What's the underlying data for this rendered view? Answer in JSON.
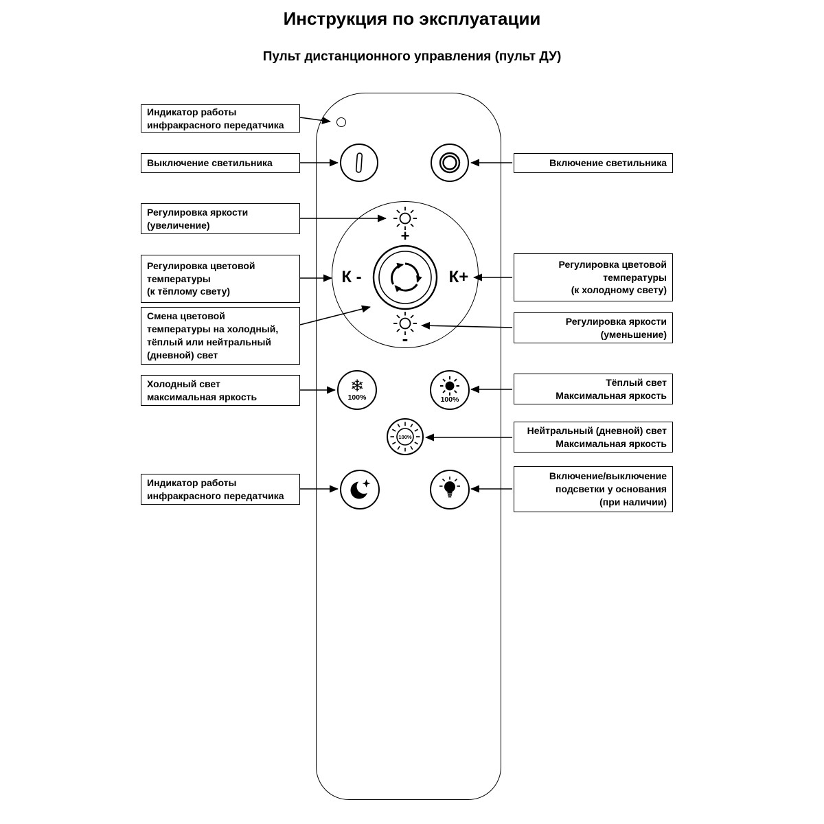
{
  "title": "Инструкция по эксплуатации",
  "subtitle": "Пульт дистанционного управления (пульт ДУ)",
  "callouts_left": {
    "ir_top": "Индикатор работы\nинфракрасного передатчика",
    "power_off": "Выключение светильника",
    "brightness_up": "Регулировка яркости\n(увеличение)",
    "warm_temp": "Регулировка цветовой\nтемпературы\n(к тёплому свету)",
    "temp_cycle": "Смена цветовой\nтемпературы на холодный,\nтёплый или нейтральный\n(дневной) свет",
    "cold_max": "Холодный свет\nмаксимальная яркость",
    "ir_bottom": "Индикатор работы\nинфракрасного передатчика"
  },
  "callouts_right": {
    "power_on": "Включение светильника",
    "cool_temp": "Регулировка цветовой\nтемпературы\n(к холодному свету)",
    "brightness_down": "Регулировка яркости\n(уменьшение)",
    "warm_max": "Тёплый свет\nМаксимальная яркость",
    "neutral_max": "Нейтральный (дневной) свет\nМаксимальная яркость",
    "backlight": "Включение/выключение\nподсветки у основания\n(при наличии)"
  },
  "remote": {
    "k_minus": "К -",
    "k_plus": "К+",
    "plus": "+",
    "minus": "-",
    "percent": "100%"
  }
}
